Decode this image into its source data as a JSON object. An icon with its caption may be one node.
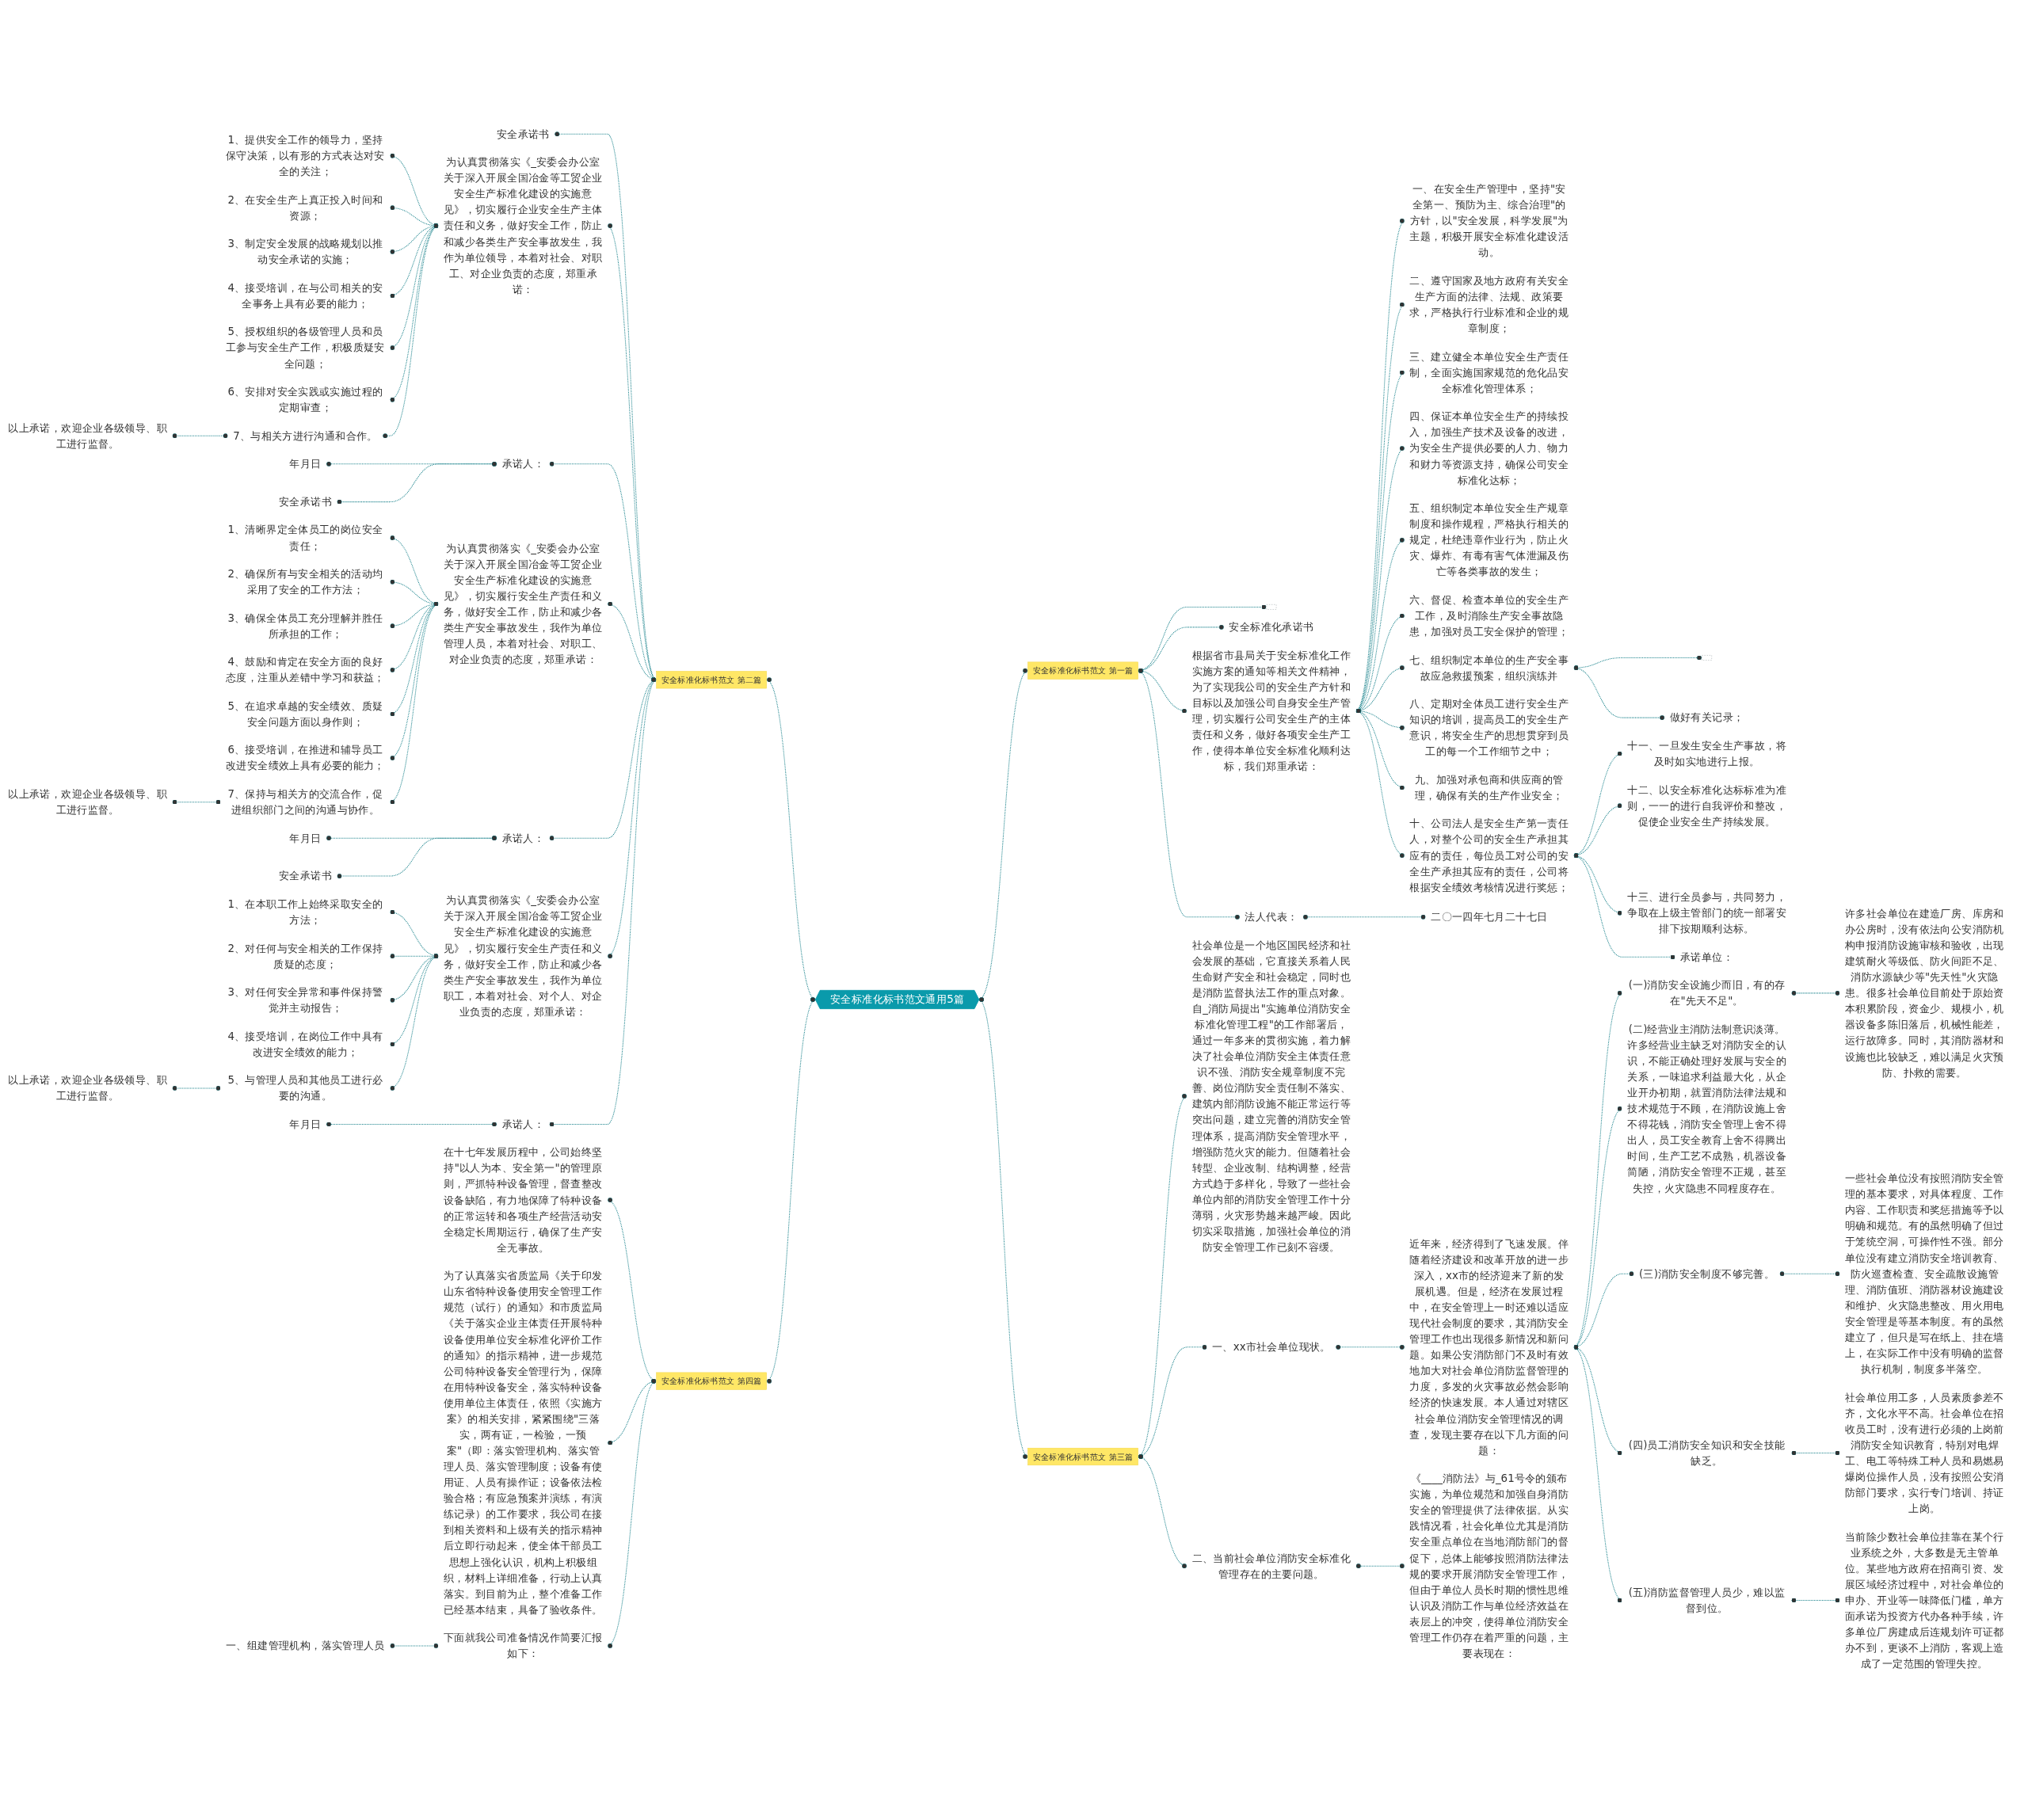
{
  "diagram": {
    "nodes": [
      {
        "text": [
          "安全标准化标书范文通用5篇"
        ]
      },
      {
        "text": [
          "安全标准化标书范文 第一篇"
        ]
      },
      {
        "text": [],
        "shape": "box"
      },
      {
        "text": [
          "安全标准化承诺书"
        ]
      },
      {
        "text": [
          "根据省市县局关于安全标准化工作实施方案的通知等相关文件精神，为了实现我公司的安全生产方针和目标以及加强公司自身安全生产管理，切实履行公司安全生产的主体责任和义务，做好各项安全生产工作，使得本单位安全标准化顺利达标，我们郑重承诺："
        ]
      },
      {
        "text": [
          "一、在安全生产管理中，坚持\"安全第一、预防为主、综合治理\"的方针，以\"安全发展，科学发展\"为主题，积极开展安全标准化建设活动。"
        ]
      },
      {
        "text": [
          "二、遵守国家及地方政府有关安全生产方面的法律、法规、政策要求，严格执行行业标准和企业的规章制度；"
        ]
      },
      {
        "text": [
          "三、建立健全本单位安全生产责任制，全面实施国家规范的危化品安全标准化管理体系；"
        ]
      },
      {
        "text": [
          "四、保证本单位安全生产的持续投入，加强生产技术及设备的改进，为安全生产提供必要的人力、物力和财力等资源支持，确保公司安全标准化达标；"
        ]
      },
      {
        "text": [
          "五、组织制定本单位安全生产规章制度和操作规程，严格执行相关的规定，杜绝违章作业行为，防止火灾、爆炸、有毒有害气体泄漏及伤亡等各类事故的发生；"
        ]
      },
      {
        "text": [
          "六、督促、检查本单位的安全生产工作，及时消除生产安全事故隐患，加强对员工安全保护的管理；"
        ]
      },
      {
        "text": [
          "七、组织制定本单位的生产安全事故应急救援预案，组织演练并"
        ]
      },
      {
        "text": [],
        "shape": "box"
      },
      {
        "text": [
          "做好有关记录；"
        ]
      },
      {
        "text": [
          "八、定期对全体员工进行安全生产知识的培训，提高员工的安全生产意识，将安全生产的思想贯穿到员工的每一个工作细节之中；"
        ]
      },
      {
        "text": [
          "九、加强对承包商和供应商的管理，确保有关的生产作业安全；"
        ]
      },
      {
        "text": [
          "十、公司法人是安全生产第一责任人，对整个公司的安全生产承担其应有的责任，每位员工对公司的安全生产承担其应有的责任，公司将根据安全绩效考核情况进行奖惩；"
        ]
      },
      {
        "text": [
          "十一、一旦发生安全生产事故，将及时如实地进行上报。"
        ]
      },
      {
        "text": [
          "十二、以安全标准化达标标准为准则，一一的进行自我评价和整改，促使企业安全生产持续发展。"
        ]
      },
      {
        "text": [
          "十三、进行全员参与，共同努力，争取在上级主管部门的统一部署安排下按期顺利达标。"
        ]
      },
      {
        "text": [
          "承诺单位："
        ]
      },
      {
        "text": [
          "法人代表："
        ]
      },
      {
        "text": [
          "二〇一四年七月二十七日"
        ]
      },
      {
        "text": [
          "安全标准化标书范文 第二篇"
        ]
      },
      {
        "text": [
          "安全承诺书"
        ]
      },
      {
        "text": [
          "为认真贯彻落实《_安委会办公室关于深入开展全国冶金等工贸企业安全生产标准化建设的实施意见》，切实履行企业安全生产主体责任和义务，做好安全工作，防止和减少各类生产安全事故发生，我作为单位领导，本着对社会、对职工、对企业负责的态度，郑重承诺："
        ]
      },
      {
        "text": [
          "1、提供安全工作的领导力，坚持保守决策，以有形的方式表达对安全的关注；"
        ]
      },
      {
        "text": [
          "2、在安全生产上真正投入时间和资源；"
        ]
      },
      {
        "text": [
          "3、制定安全发展的战略规划以推动安全承诺的实施；"
        ]
      },
      {
        "text": [
          "4、接受培训，在与公司相关的安全事务上具有必要的能力；"
        ]
      },
      {
        "text": [
          "5、授权组织的各级管理人员和员工参与安全生产工作，积极质疑安全问题；"
        ]
      },
      {
        "text": [
          "6、安排对安全实践或实施过程的定期审查；"
        ]
      },
      {
        "text": [
          "7、与相关方进行沟通和合作。"
        ]
      },
      {
        "text": [
          "以上承诺，欢迎企业各级领导、职工进行监督。"
        ]
      },
      {
        "text": [
          "承诺人："
        ]
      },
      {
        "text": [
          "年月日"
        ]
      },
      {
        "text": [
          "安全承诺书"
        ]
      },
      {
        "text": [
          "为认真贯彻落实《_安委会办公室关于深入开展全国冶金等工贸企业安全生产标准化建设的实施意见》，切实履行安全生产责任和义务，做好安全工作，防止和减少各类生产安全事故发生，我作为单位管理人员，本着对社会、对职工、对企业负责的态度，郑重承诺："
        ]
      },
      {
        "text": [
          "1、清晰界定全体员工的岗位安全责任；"
        ]
      },
      {
        "text": [
          "2、确保所有与安全相关的活动均采用了安全的工作方法；"
        ]
      },
      {
        "text": [
          "3、确保全体员工充分理解并胜任所承担的工作；"
        ]
      },
      {
        "text": [
          "4、鼓励和肯定在安全方面的良好态度，注重从差错中学习和获益；"
        ]
      },
      {
        "text": [
          "5、在追求卓越的安全绩效、质疑安全问题方面以身作则；"
        ]
      },
      {
        "text": [
          "6、接受培训，在推进和辅导员工改进安全绩效上具有必要的能力；"
        ]
      },
      {
        "text": [
          "7、保持与相关方的交流合作，促进组织部门之间的沟通与协作。"
        ]
      },
      {
        "text": [
          "以上承诺，欢迎企业各级领导、职工进行监督。"
        ]
      },
      {
        "text": [
          "承诺人："
        ]
      },
      {
        "text": [
          "年月日"
        ]
      },
      {
        "text": [
          "安全承诺书"
        ]
      },
      {
        "text": [
          "为认真贯彻落实《_安委会办公室关于深入开展全国冶金等工贸企业安全生产标准化建设的实施意见》，切实履行安全生产责任和义务，做好安全工作，防止和减少各类生产安全事故发生，我作为单位职工，本着对社会、对个人、对企业负责的态度，郑重承诺："
        ]
      },
      {
        "text": [
          "1、在本职工作上始终采取安全的方法；"
        ]
      },
      {
        "text": [
          "2、对任何与安全相关的工作保持质疑的态度；"
        ]
      },
      {
        "text": [
          "3、对任何安全异常和事件保持警觉并主动报告；"
        ]
      },
      {
        "text": [
          "4、接受培训，在岗位工作中具有改进安全绩效的能力；"
        ]
      },
      {
        "text": [
          "5、与管理人员和其他员工进行必要的沟通。"
        ]
      },
      {
        "text": [
          "以上承诺，欢迎企业各级领导、职工进行监督。"
        ]
      },
      {
        "text": [
          "承诺人："
        ]
      },
      {
        "text": [
          "年月日"
        ]
      },
      {
        "text": [
          "安全标准化标书范文 第三篇"
        ]
      },
      {
        "text": [
          "社会单位是一个地区国民经济和社会发展的基础，它直接关系着人民生命财产安全和社会稳定，同时也是消防监督执法工作的重点对象。自_消防局提出\"实施单位消防安全标准化管理工程\"的工作部署后，通过一年多来的贯彻实施，着力解决了社会单位消防安全主体责任意识不强、消防安全规章制度不完善、岗位消防安全责任制不落实、建筑内部消防设施不能正常运行等突出问题，建立完善的消防安全管理体系，提高消防安全管理水平，增强防范火灾的能力。但随着社会转型、企业改制、结构调整，经营方式趋于多样化，导致了一些社会单位内部的消防安全管理工作十分薄弱，火灾形势越来越严峻。因此切实采取措施，加强社会单位的消防安全管理工作已刻不容缓。"
        ]
      },
      {
        "text": [
          "一、xx市社会单位现状。"
        ]
      },
      {
        "text": [
          "近年来，经济得到了飞速发展。伴随着经济建设和改革开放的进一步深入，xx市的经济迎来了新的发展机遇。但是，经济在发展过程中，在安全管理上一时还难以适应现代社会制度的要求，其消防安全管理工作也出现很多新情况和新问题。如果公安消防部门不及时有效地加大对社会单位消防监督管理的力度，多发的火灾事故必然会影响经济的快速发展。本人通过对辖区社会单位消防安全管理情况的调查，发现主要存在以下几方面的问题："
        ]
      },
      {
        "text": [
          "(一)消防安全设施少而旧，有的存在\"先天不足\"。"
        ]
      },
      {
        "text": [
          "许多社会单位在建造厂房、库房和办公房时，没有依法向公安消防机构申报消防设施审核和验收，出现建筑耐火等级低、防火间距不足、消防水源缺少等\"先天性\"火灾隐患。很多社会单位目前处于原始资本积累阶段，资金少、规模小，机器设备多陈旧落后，机械性能差，运行故障多。同时，其消防器材和设施也比较缺乏，难以满足火灾预防、扑救的需要。"
        ]
      },
      {
        "text": [
          "(二)经营业主消防法制意识淡薄。许多经营业主缺乏对消防安全的认识，不能正确处理好发展与安全的关系，一味追求利益最大化，从企业开办初期，就置消防法律法规和技术规范于不顾，在消防设施上舍不得花钱，消防安全管理上舍不得出人，员工安全教育上舍不得腾出时间，生产工艺不成熟，机器设备简陋，消防安全管理不正规，甚至失控，火灾隐患不同程度存在。"
        ]
      },
      {
        "text": [
          "(三)消防安全制度不够完善。"
        ]
      },
      {
        "text": [
          "一些社会单位没有按照消防安全管理的基本要求，对具体程度、工作内容、工作职责和奖惩措施等予以明确和规范。有的虽然明确了但过于笼统空洞，可操作性不强。部分单位没有建立消防安全培训教育、防火巡查检查、安全疏散设施管理、消防值班、消防器材设施建设和维护、火灾隐患整改、用火用电安全管理是等基本制度。有的虽然建立了，但只是写在纸上、挂在墙上，在实际工作中没有明确的监督执行机制，制度多半落空。"
        ]
      },
      {
        "text": [
          "(四)员工消防安全知识和安全技能缺乏。"
        ]
      },
      {
        "text": [
          "社会单位用工多，人员素质参差不齐，文化水平不高。社会单位在招收员工时，没有进行必须的上岗前消防安全知识教育，特别对电焊工、电工等特殊工种人员和易燃易爆岗位操作人员，没有按照公安消防部门要求，实行专门培训、持证上岗。"
        ]
      },
      {
        "text": [
          "(五)消防监督管理人员少，难以监督到位。"
        ]
      },
      {
        "text": [
          "当前除少数社会单位挂靠在某个行业系统之外，大多数是无主管单位。某些地方政府在招商引资、发展区域经济过程中，对社会单位的申办、开业等一味降低门槛，单方面承诺为投资方代办各种手续，许多单位厂房建成后连规划许可证都办不到，更谈不上消防，客观上造成了一定范围的管理失控。"
        ]
      },
      {
        "text": [
          "二、当前社会单位消防安全标准化管理存在的主要问题。"
        ]
      },
      {
        "text": [
          "《____消防法》与_61号令的颁布实施，为单位规范和加强自身消防安全的管理提供了法律依据。从实践情况看，社会化单位尤其是消防安全重点单位在当地消防部门的督促下，总体上能够按照消防法律法规的要求开展消防安全管理工作，但由于单位人员长时期的惯性思维认识及消防工作与单位经济效益在表层上的冲突，使得单位消防安全管理工作仍存在着严重的问题，主要表现在："
        ]
      },
      {
        "text": [
          "安全标准化标书范文 第四篇"
        ]
      },
      {
        "text": [
          "在十七年发展历程中，公司始终坚持\"以人为本、安全第一\"的管理原则，严抓特种设备管理，督查整改设备缺陷，有力地保障了特种设备的正常运转和各项生产经营活动安全稳定长周期运行，确保了生产安全无事故。"
        ]
      },
      {
        "text": [
          "为了认真落实省质监局《关于印发山东省特种设备使用安全管理工作规范（试行）的通知》和市质监局《关于落实企业主体责任开展特种设备使用单位安全标准化评价工作的通知》的指示精神，进一步规范公司特种设备安全管理行为，保障在用特种设备安全，落实特种设备使用单位主体责任，依照《实施方案》的相关安排，紧紧围绕\"三落实，两有证，一检验，一预案\"（即：落实管理机构、落实管理人员、落实管理制度；设备有使用证、人员有操作证；设备依法检验合格；有应急预案并演练，有演练记录）的工作要求，我公司在接到相关资料和上级有关的指示精神后立即行动起来，使全体干部员工思想上强化认识，机构上积极组织，材料上详细准备，行动上认真落实。到目前为止，整个准备工作已经基本结束，具备了验收条件。"
        ]
      },
      {
        "text": [
          "下面就我公司准备情况作简要汇报如下："
        ]
      },
      {
        "text": [
          "一、组建管理机构，落实管理人员"
        ]
      }
    ],
    "edges": [
      {
        "from": 0,
        "to": 1,
        "arrow": "other",
        "style": "dashed"
      },
      {
        "from": 1,
        "to": 2,
        "arrow": "other",
        "style": "dashed"
      },
      {
        "from": 1,
        "to": 3,
        "arrow": "other",
        "style": "dashed"
      },
      {
        "from": 1,
        "to": 4,
        "arrow": "other",
        "style": "dashed"
      },
      {
        "from": 4,
        "to": 5,
        "arrow": "other",
        "style": "dashed"
      },
      {
        "from": 4,
        "to": 6,
        "arrow": "other",
        "style": "dashed"
      },
      {
        "from": 4,
        "to": 7,
        "arrow": "other",
        "style": "dashed"
      },
      {
        "from": 4,
        "to": 8,
        "arrow": "other",
        "style": "dashed"
      },
      {
        "from": 4,
        "to": 9,
        "arrow": "other",
        "style": "dashed"
      },
      {
        "from": 4,
        "to": 10,
        "arrow": "other",
        "style": "dashed"
      },
      {
        "from": 4,
        "to": 11,
        "arrow": "other",
        "style": "dashed"
      },
      {
        "from": 11,
        "to": 12,
        "arrow": "other",
        "style": "dashed"
      },
      {
        "from": 11,
        "to": 13,
        "arrow": "other",
        "style": "dashed"
      },
      {
        "from": 4,
        "to": 14,
        "arrow": "other",
        "style": "dashed"
      },
      {
        "from": 4,
        "to": 15,
        "arrow": "other",
        "style": "dashed"
      },
      {
        "from": 4,
        "to": 16,
        "arrow": "other",
        "style": "dashed"
      },
      {
        "from": 16,
        "to": 17,
        "arrow": "other",
        "style": "dashed"
      },
      {
        "from": 16,
        "to": 18,
        "arrow": "other",
        "style": "dashed"
      },
      {
        "from": 16,
        "to": 19,
        "arrow": "other",
        "style": "dashed"
      },
      {
        "from": 16,
        "to": 20,
        "arrow": "other",
        "style": "dashed"
      },
      {
        "from": 1,
        "to": 21,
        "arrow": "other",
        "style": "dashed"
      },
      {
        "from": 21,
        "to": 22,
        "arrow": "other",
        "style": "dashed"
      },
      {
        "from": 0,
        "to": 23,
        "arrow": "other",
        "style": "dashed"
      },
      {
        "from": 23,
        "to": 24,
        "arrow": "other",
        "style": "dashed"
      },
      {
        "from": 23,
        "to": 25,
        "arrow": "other",
        "style": "dashed"
      },
      {
        "from": 25,
        "to": 26,
        "arrow": "other",
        "style": "dashed"
      },
      {
        "from": 25,
        "to": 27,
        "arrow": "other",
        "style": "dashed"
      },
      {
        "from": 25,
        "to": 28,
        "arrow": "other",
        "style": "dashed"
      },
      {
        "from": 25,
        "to": 29,
        "arrow": "other",
        "style": "dashed"
      },
      {
        "from": 25,
        "to": 30,
        "arrow": "other",
        "style": "dashed"
      },
      {
        "from": 25,
        "to": 31,
        "arrow": "other",
        "style": "dashed"
      },
      {
        "from": 25,
        "to": 32,
        "arrow": "other",
        "style": "dashed"
      },
      {
        "from": 32,
        "to": 33,
        "arrow": "other",
        "style": "dashed"
      },
      {
        "from": 23,
        "to": 34,
        "arrow": "other",
        "style": "dashed"
      },
      {
        "from": 34,
        "to": 35,
        "arrow": "other",
        "style": "dashed"
      },
      {
        "from": 34,
        "to": 36,
        "arrow": "other",
        "style": "dashed"
      },
      {
        "from": 23,
        "to": 37,
        "arrow": "other",
        "style": "dashed"
      },
      {
        "from": 37,
        "to": 38,
        "arrow": "other",
        "style": "dashed"
      },
      {
        "from": 37,
        "to": 39,
        "arrow": "other",
        "style": "dashed"
      },
      {
        "from": 37,
        "to": 40,
        "arrow": "other",
        "style": "dashed"
      },
      {
        "from": 37,
        "to": 41,
        "arrow": "other",
        "style": "dashed"
      },
      {
        "from": 37,
        "to": 42,
        "arrow": "other",
        "style": "dashed"
      },
      {
        "from": 37,
        "to": 43,
        "arrow": "other",
        "style": "dashed"
      },
      {
        "from": 37,
        "to": 44,
        "arrow": "other",
        "style": "dashed"
      },
      {
        "from": 44,
        "to": 45,
        "arrow": "other",
        "style": "dashed"
      },
      {
        "from": 23,
        "to": 46,
        "arrow": "other",
        "style": "dashed"
      },
      {
        "from": 46,
        "to": 47,
        "arrow": "other",
        "style": "dashed"
      },
      {
        "from": 46,
        "to": 48,
        "arrow": "other",
        "style": "dashed"
      },
      {
        "from": 23,
        "to": 49,
        "arrow": "other",
        "style": "dashed"
      },
      {
        "from": 49,
        "to": 50,
        "arrow": "other",
        "style": "dashed"
      },
      {
        "from": 49,
        "to": 51,
        "arrow": "other",
        "style": "dashed"
      },
      {
        "from": 49,
        "to": 52,
        "arrow": "other",
        "style": "dashed"
      },
      {
        "from": 49,
        "to": 53,
        "arrow": "other",
        "style": "dashed"
      },
      {
        "from": 49,
        "to": 54,
        "arrow": "other",
        "style": "dashed"
      },
      {
        "from": 54,
        "to": 55,
        "arrow": "other",
        "style": "dashed"
      },
      {
        "from": 23,
        "to": 56,
        "arrow": "other",
        "style": "dashed"
      },
      {
        "from": 56,
        "to": 57,
        "arrow": "other",
        "style": "dashed"
      },
      {
        "from": 0,
        "to": 58,
        "arrow": "other",
        "style": "dashed"
      },
      {
        "from": 58,
        "to": 59,
        "arrow": "other",
        "style": "dashed"
      },
      {
        "from": 58,
        "to": 60,
        "arrow": "other",
        "style": "dashed"
      },
      {
        "from": 60,
        "to": 61,
        "arrow": "other",
        "style": "dashed"
      },
      {
        "from": 61,
        "to": 62,
        "arrow": "other",
        "style": "dashed"
      },
      {
        "from": 62,
        "to": 63,
        "arrow": "other",
        "style": "dashed"
      },
      {
        "from": 61,
        "to": 64,
        "arrow": "other",
        "style": "dashed"
      },
      {
        "from": 61,
        "to": 65,
        "arrow": "other",
        "style": "dashed"
      },
      {
        "from": 65,
        "to": 66,
        "arrow": "other",
        "style": "dashed"
      },
      {
        "from": 61,
        "to": 67,
        "arrow": "other",
        "style": "dashed"
      },
      {
        "from": 67,
        "to": 68,
        "arrow": "other",
        "style": "dashed"
      },
      {
        "from": 61,
        "to": 69,
        "arrow": "other",
        "style": "dashed"
      },
      {
        "from": 69,
        "to": 70,
        "arrow": "other",
        "style": "dashed"
      },
      {
        "from": 58,
        "to": 71,
        "arrow": "other",
        "style": "dashed"
      },
      {
        "from": 71,
        "to": 72,
        "arrow": "other",
        "style": "dashed"
      },
      {
        "from": 0,
        "to": 73,
        "arrow": "other",
        "style": "dashed"
      },
      {
        "from": 73,
        "to": 74,
        "arrow": "other",
        "style": "dashed"
      },
      {
        "from": 73,
        "to": 75,
        "arrow": "other",
        "style": "dashed"
      },
      {
        "from": 73,
        "to": 76,
        "arrow": "other",
        "style": "dashed"
      },
      {
        "from": 76,
        "to": 77,
        "arrow": "other",
        "style": "dashed"
      }
    ]
  }
}
